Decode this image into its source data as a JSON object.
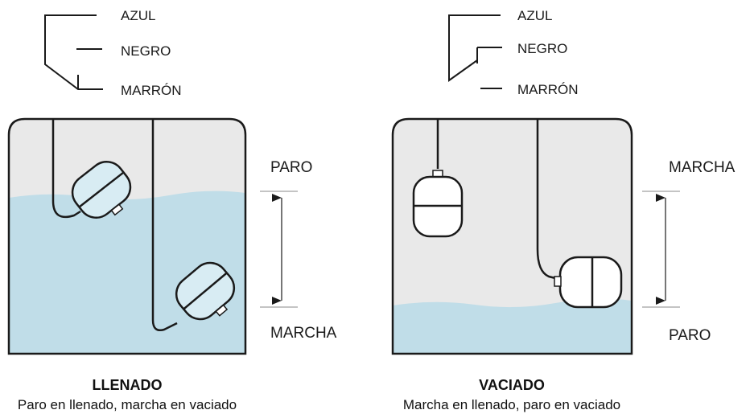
{
  "wires": {
    "blue": "AZUL",
    "black": "NEGRO",
    "brown": "MARRÓN"
  },
  "left": {
    "upper_level": "PARO",
    "lower_level": "MARCHA",
    "title": "LLENADO",
    "subtitle": "Paro en llenado, marcha en vaciado"
  },
  "right": {
    "upper_level": "MARCHA",
    "lower_level": "PARO",
    "title": "VACIADO",
    "subtitle": "Marcha en llenado, paro en vaciado"
  },
  "colors": {
    "water": "#c0dde8",
    "tank_empty": "#e9e9e9",
    "line": "#1a1a1a",
    "float_fill_submerged": "#d8ecf3",
    "float_fill_dry": "#ffffff"
  },
  "icons": {
    "float_switch": "float-switch-icon",
    "double_arrow": "double-arrow-icon"
  }
}
